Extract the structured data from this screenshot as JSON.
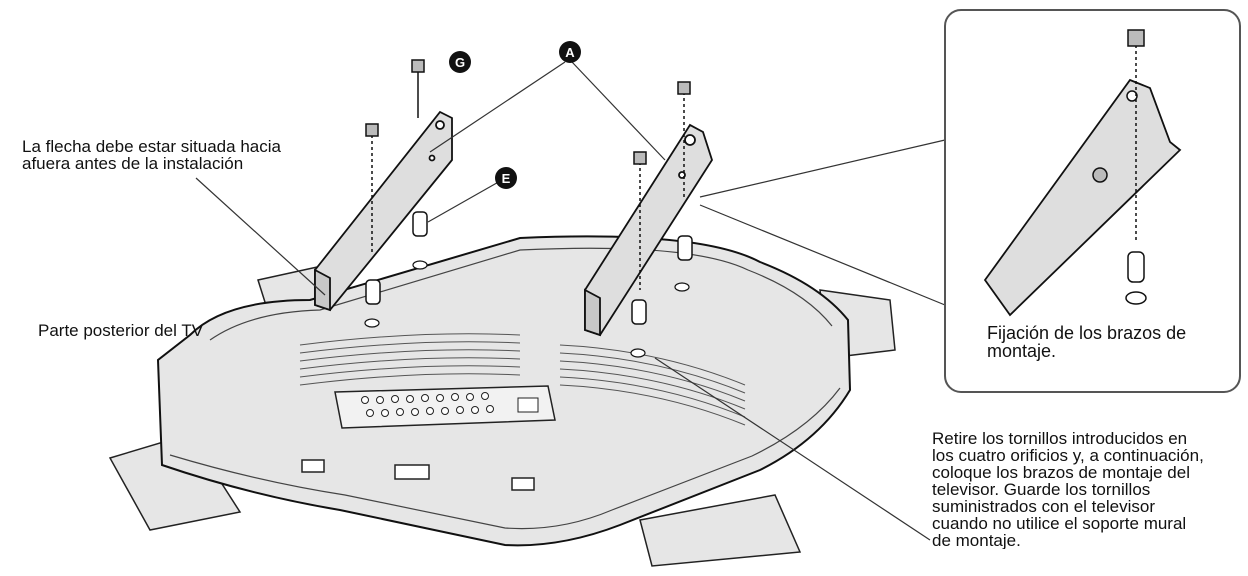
{
  "labels": {
    "arrow_note": "La flecha debe estar situada hacia\nafuera antes de la instalación",
    "tv_back": "Parte posterior del TV",
    "inset_caption": "Fijación de los brazos de\nmontaje.",
    "instructions": "Retire los tornillos introducidos en\nlos cuatro orificios y, a continuación,\ncoloque los brazos de montaje del\ntelevisor. Guarde los tornillos\nsuministrados con el televisor\ncuando no utilice el soporte mural\nde montaje."
  },
  "badges": {
    "g": "G",
    "a": "A",
    "e": "E"
  }
}
